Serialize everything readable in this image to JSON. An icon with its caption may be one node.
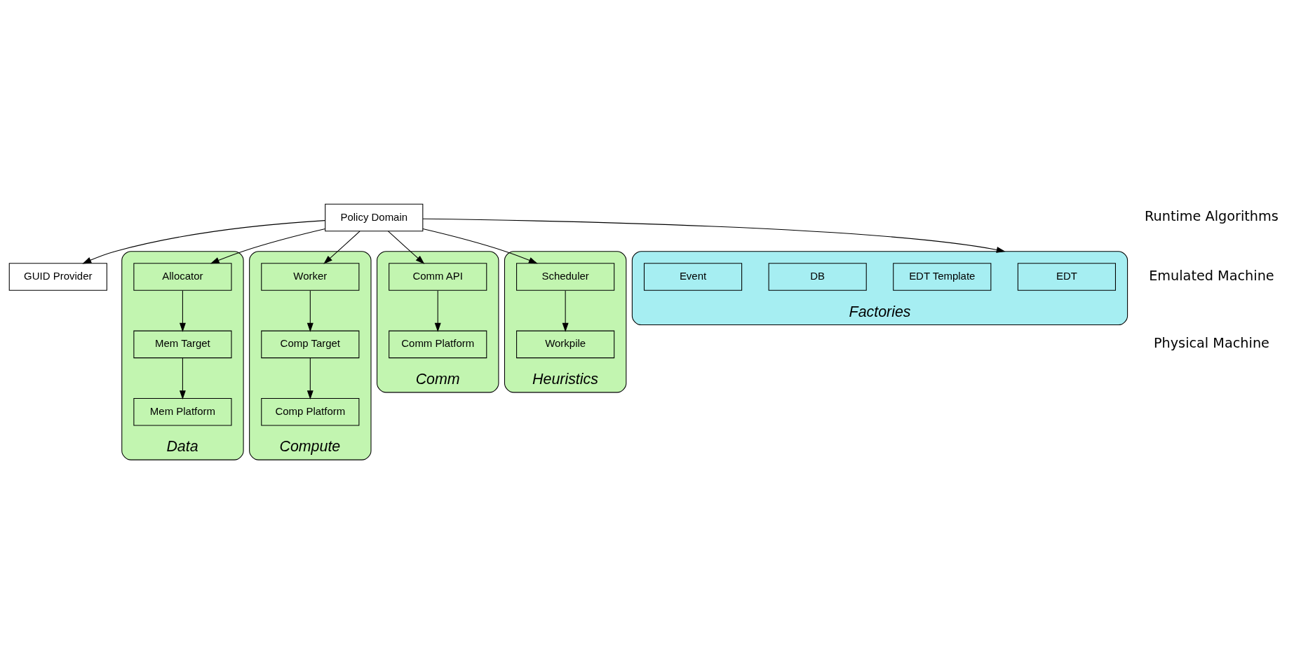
{
  "diagram": {
    "nodes": [
      {
        "text": [
          "Policy Domain"
        ]
      },
      {
        "text": [
          "GUID Provider"
        ]
      },
      {
        "text": [
          "Data"
        ]
      },
      {
        "text": [
          "Allocator"
        ],
        "in": 2
      },
      {
        "text": [
          "Mem Target"
        ],
        "in": 2
      },
      {
        "text": [
          "Mem Platform"
        ],
        "in": 2
      },
      {
        "text": [
          "Compute"
        ]
      },
      {
        "text": [
          "Worker"
        ],
        "in": 6
      },
      {
        "text": [
          "Comp Target"
        ],
        "in": 6
      },
      {
        "text": [
          "Comp Platform"
        ],
        "in": 6
      },
      {
        "text": [
          "Comm"
        ]
      },
      {
        "text": [
          "Comm API"
        ],
        "in": 10
      },
      {
        "text": [
          "Comm Platform"
        ],
        "in": 10
      },
      {
        "text": [
          "Heuristics"
        ]
      },
      {
        "text": [
          "Scheduler"
        ],
        "in": 13
      },
      {
        "text": [
          "Workpile"
        ],
        "in": 13
      },
      {
        "text": [
          "Factories"
        ]
      },
      {
        "text": [
          "EDT"
        ],
        "in": 16
      },
      {
        "text": [
          "EDT Template"
        ],
        "in": 16
      },
      {
        "text": [
          "DB"
        ],
        "in": 16
      },
      {
        "text": [
          "Event"
        ],
        "in": 16
      }
    ],
    "edges": [
      {
        "from": 0,
        "to": 3,
        "arrow": "to"
      },
      {
        "from": 0,
        "to": 7,
        "arrow": "to"
      },
      {
        "from": 0,
        "to": 11,
        "arrow": "to"
      },
      {
        "from": 0,
        "to": 14,
        "arrow": "to"
      },
      {
        "from": 0,
        "to": 1,
        "arrow": "to"
      },
      {
        "from": 0,
        "to": 16,
        "arrow": "to"
      },
      {
        "from": 3,
        "to": 4,
        "arrow": "to"
      },
      {
        "from": 4,
        "to": 5,
        "arrow": "to"
      },
      {
        "from": 7,
        "to": 8,
        "arrow": "to"
      },
      {
        "from": 8,
        "to": 9,
        "arrow": "to"
      },
      {
        "from": 11,
        "to": 12,
        "arrow": "to"
      },
      {
        "from": 14,
        "to": 15,
        "arrow": "to"
      }
    ],
    "labels": [
      "Runtime Algorithms",
      "Emulated Machine",
      "Physical Machine"
    ]
  }
}
